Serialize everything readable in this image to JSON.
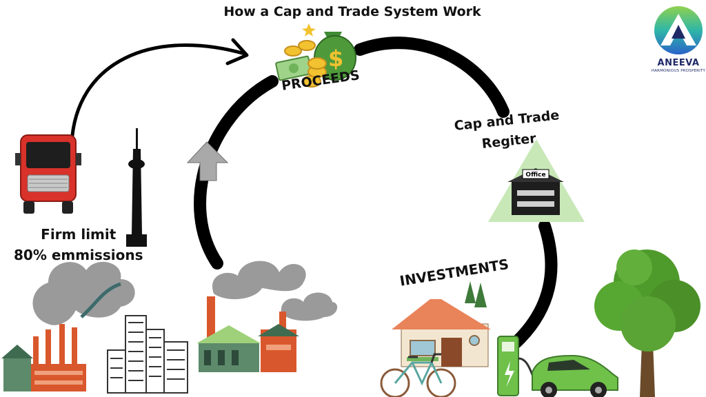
{
  "title": "How a Cap and Trade System Work",
  "labels": {
    "proceeds": "PROCEEDS",
    "register_line1": "Cap and Trade",
    "register_line2": "Regiter",
    "firm_line1": "Firm limit",
    "firm_line2": "80% emmissions",
    "investments": "INVESTMENTS",
    "office_sign": "Office"
  },
  "logo": {
    "name": "ANEEVA",
    "tagline": "HARMONIOUS PROSPERITY"
  },
  "colors": {
    "arrow": "#000000",
    "truck": "#d8322a",
    "tree": "#4e9a2b",
    "triangle": "#c8e8b8",
    "car": "#6fc14a",
    "coin": "#f2c230",
    "money_bag": "#3f8a34",
    "logo_blue": "#1f2a66"
  }
}
